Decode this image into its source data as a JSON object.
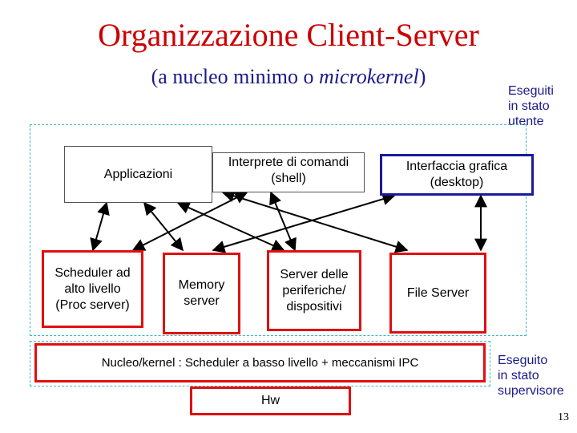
{
  "title": "Organizzazione Client-Server",
  "subtitle": {
    "prefix": "(a nucleo minimo o ",
    "italic": "microkernel",
    "suffix": ")"
  },
  "user_mode_note": "Eseguiti\nin stato\nutente",
  "supervisor_note": "Eseguito\nin stato\nsupervisore",
  "boxes": {
    "applications": "Applicazioni",
    "shell": "Interprete di comandi\n(shell)",
    "desktop": "Interfaccia grafica\n(desktop)",
    "scheduler": "Scheduler ad\nalto livello\n(Proc server)",
    "memory": "Memory\nserver",
    "devices": "Server delle\nperiferiche/\ndispositivi",
    "file_server": "File Server",
    "kernel": "Nucleo/kernel : Scheduler a basso livello + meccanismi IPC",
    "hw": "Hw"
  },
  "colors": {
    "title": "#cc0000",
    "subtitle": "#1a1a8c",
    "server_border": "#e01010",
    "desktop_border": "#1a1a9a",
    "dashed_border": "#3fb8c0"
  },
  "page_number": "13"
}
